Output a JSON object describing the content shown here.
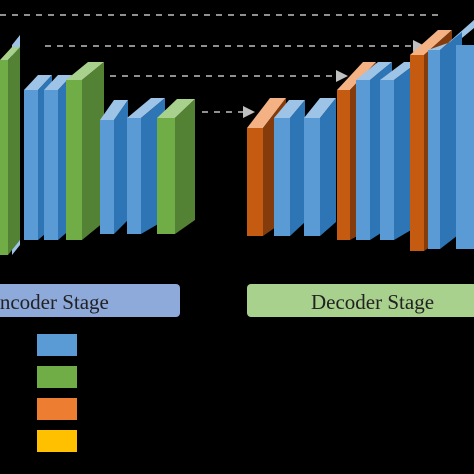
{
  "labels": {
    "encoder_stage": "Encoder Stage",
    "decoder_stage": "Decoder Stage"
  },
  "colors": {
    "background": "#000000",
    "conv_block": "#5b9bd5",
    "downsample_block": "#70ad47",
    "upsample_block": "#ed7d31",
    "legend_yellow": "#ffc000",
    "encoder_label_bg": "#8eaadb",
    "decoder_label_bg": "#a9d18e",
    "skip_arrow": "#bfbfbf"
  },
  "legend": [
    {
      "name": "legend-swatch-blue",
      "color": "#5b9bd5"
    },
    {
      "name": "legend-swatch-green",
      "color": "#70ad47"
    },
    {
      "name": "legend-swatch-orange",
      "color": "#ed7d31"
    },
    {
      "name": "legend-swatch-yellow",
      "color": "#ffc000"
    }
  ]
}
